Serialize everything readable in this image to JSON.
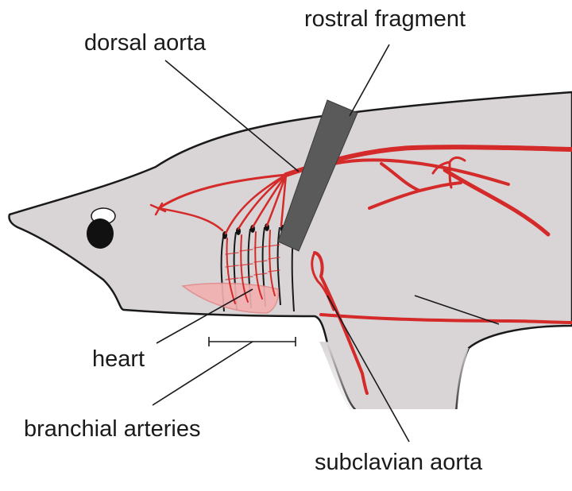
{
  "labels": {
    "rostral_fragment": "rostral fragment",
    "dorsal_aorta": "dorsal aorta",
    "heart": "heart",
    "branchial_arteries": "branchial arteries",
    "subclavian_aorta": "subclavian aorta"
  },
  "colors": {
    "body_fill": "#d9d5d6",
    "outline": "#1a1a1a",
    "artery": "#d42a2a",
    "heart_fill": "#f2b0b0",
    "fragment": "#5a5a5a"
  }
}
